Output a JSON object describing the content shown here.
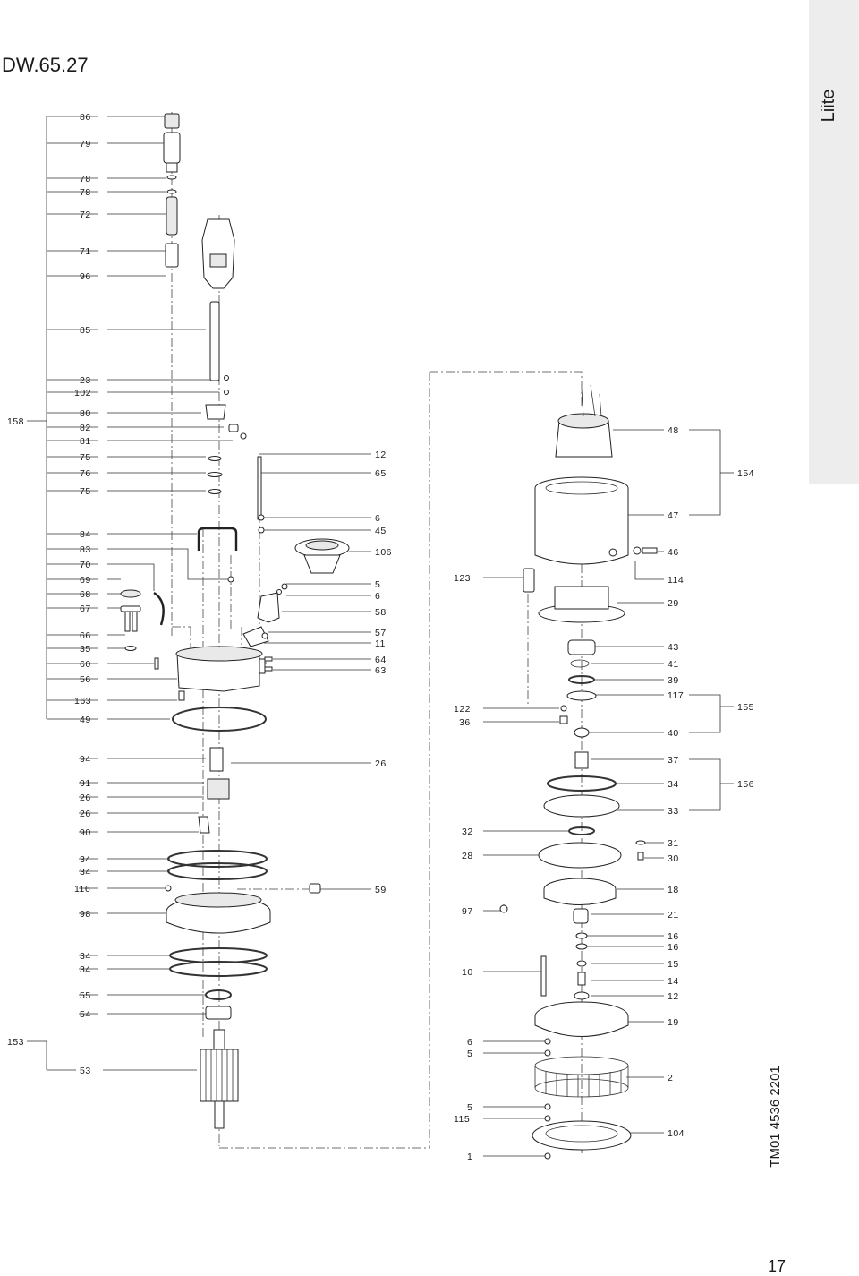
{
  "header": {
    "title": "DW.65.27"
  },
  "side_tab": {
    "label": "Liite"
  },
  "footer": {
    "drawing_code": "TM01 4536 2201",
    "page_number": "17"
  },
  "labels": {
    "l86": "86",
    "l79": "79",
    "l78a": "78",
    "l78b": "78",
    "l72": "72",
    "l71": "71",
    "l96": "96",
    "l85": "85",
    "l23": "23",
    "l102": "102",
    "l158": "158",
    "l80": "80",
    "l82": "82",
    "l81": "81",
    "l75a": "75",
    "l76": "76",
    "l75b": "75",
    "l84": "84",
    "l83": "83",
    "l70": "70",
    "l69": "69",
    "l68": "68",
    "l67": "67",
    "l66": "66",
    "l35": "35",
    "l60": "60",
    "l56": "56",
    "l163": "163",
    "l49": "49",
    "l94": "94",
    "l91": "91",
    "l26a": "26",
    "l26b": "26",
    "l90": "90",
    "l34a": "34",
    "l34b": "34",
    "l116": "116",
    "l98": "98",
    "l34c": "34",
    "l34d": "34",
    "l55": "55",
    "l54": "54",
    "l153": "153",
    "l53": "53",
    "l12": "12",
    "l65": "65",
    "l6a": "6",
    "l45": "45",
    "l106": "106",
    "l5a": "5",
    "l6b": "6",
    "l58": "58",
    "l57": "57",
    "l11": "11",
    "l64": "64",
    "l63": "63",
    "l26c": "26",
    "l59": "59",
    "l123": "123",
    "l122": "122",
    "l36": "36",
    "l32": "32",
    "l28": "28",
    "l97": "97",
    "l10": "10",
    "l6c": "6",
    "l5b": "5",
    "l5c": "5",
    "l115": "115",
    "l1": "1",
    "l48": "48",
    "l154": "154",
    "l47": "47",
    "l46": "46",
    "l114": "114",
    "l29": "29",
    "l43": "43",
    "l41": "41",
    "l39": "39",
    "l117": "117",
    "l155": "155",
    "l40": "40",
    "l37": "37",
    "l34e": "34",
    "l156": "156",
    "l33": "33",
    "l31": "31",
    "l30": "30",
    "l18": "18",
    "l21": "21",
    "l16a": "16",
    "l16b": "16",
    "l15": "15",
    "l14": "14",
    "l12b": "12",
    "l19": "19",
    "l2": "2",
    "l104": "104"
  }
}
